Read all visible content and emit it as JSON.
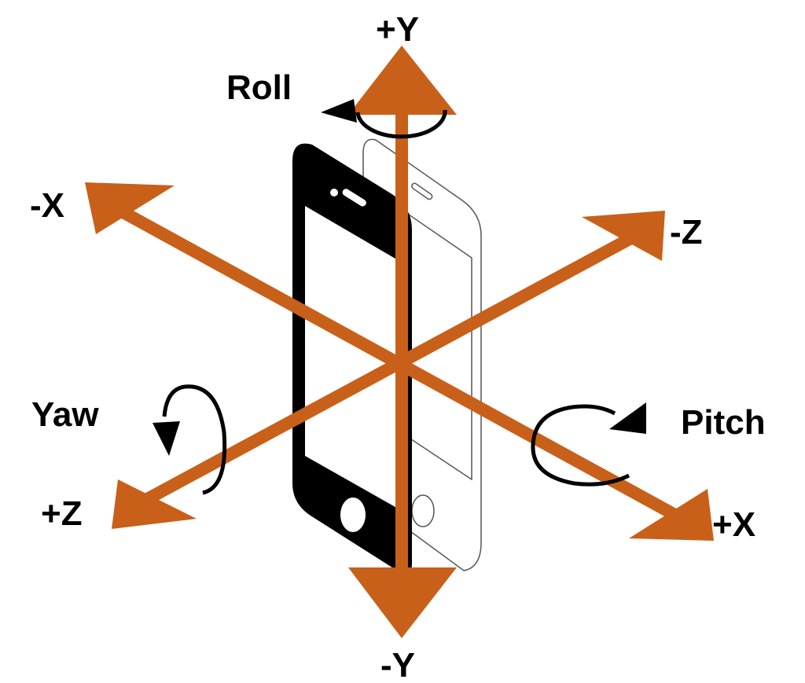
{
  "colors": {
    "axis_orange": "#C8601A",
    "background": "#FFFFFF",
    "ink": "#000000",
    "phone_front": "#000000",
    "phone_outline": "#555555"
  },
  "labels": {
    "plus_y": "+Y",
    "minus_y": "-Y",
    "minus_x": "-X",
    "plus_x": "+X",
    "minus_z": "-Z",
    "plus_z": "+Z",
    "roll": "Roll",
    "yaw": "Yaw",
    "pitch": "Pitch"
  },
  "icons": {
    "phone_front": "smartphone-icon",
    "phone_back": "smartphone-outline-icon",
    "roll": "rotate-arrow-icon",
    "yaw": "rotate-arrow-icon",
    "pitch": "rotate-arrow-icon"
  }
}
